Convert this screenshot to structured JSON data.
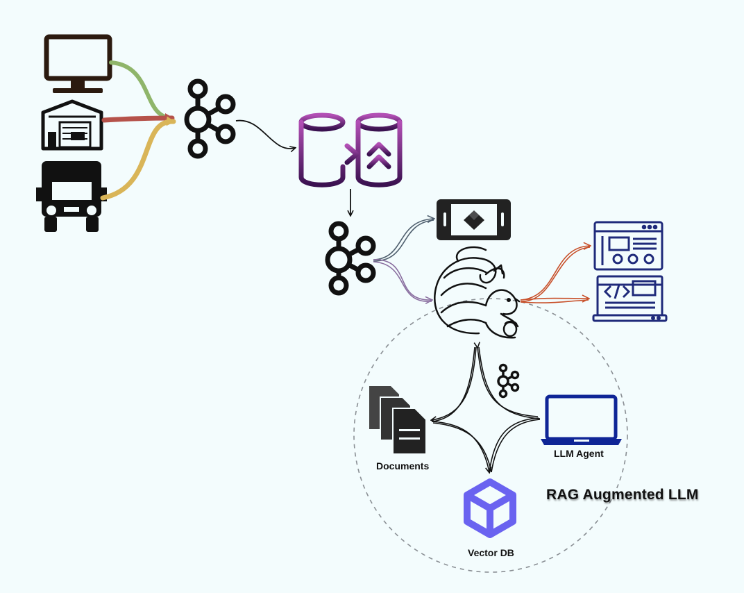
{
  "labels": {
    "documents": "Documents",
    "llm_agent": "LLM Agent",
    "vector_db": "Vector DB",
    "rag": "RAG Augmented LLM"
  },
  "colors": {
    "background": "#f3fcfd",
    "monitor": "#2b1a0f",
    "link_green": "#8fb56a",
    "link_red": "#b5524a",
    "link_yellow": "#d9b558",
    "db_purple": "#6e2a86",
    "app_navy": "#1f2a7a",
    "arrow_orange": "#c8502a",
    "arrow_slate": "#4f5f6e",
    "arrow_mauve": "#8a6fa0",
    "cube": "#6a63f0",
    "circle_dash": "#8a8f94"
  },
  "icons": [
    "monitor-icon",
    "warehouse-icon",
    "truck-icon",
    "kafka-icon",
    "database-sync-icon",
    "tablet-icon",
    "squirrel-icon",
    "dashboard-app-icon",
    "code-app-icon",
    "documents-icon",
    "laptop-icon",
    "cube-icon"
  ]
}
